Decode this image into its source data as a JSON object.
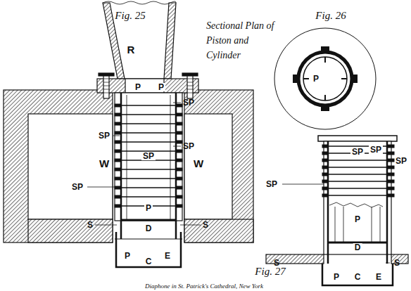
{
  "diagram": {
    "caption": "Diaphone in St. Patrick's Cathedral, New York",
    "labels": [
      "Fig. 25",
      "R",
      "P",
      "P",
      "SP",
      "SP",
      "SP",
      "SP",
      "W",
      "W",
      "SP",
      "P",
      "S",
      "D",
      "S",
      "P",
      "C",
      "E",
      "Sectional Plan of Piston and Cylinder",
      "Fig. 26",
      "P",
      "SP",
      "SP",
      "SP",
      "SP",
      "P",
      "D",
      "S",
      "S",
      "Fig. 27",
      "P",
      "C",
      "E"
    ]
  }
}
